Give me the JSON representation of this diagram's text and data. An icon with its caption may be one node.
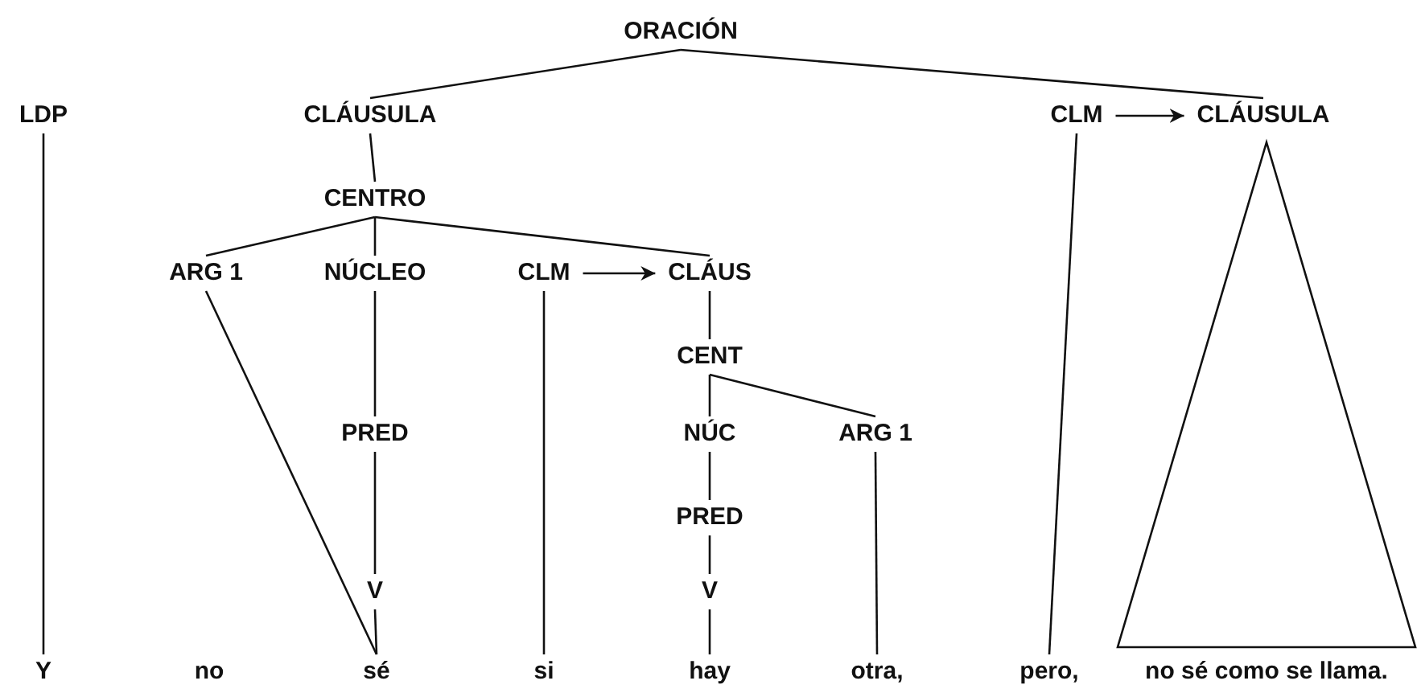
{
  "diagram": {
    "nodes": [
      {
        "text": [
          "ORACIÓN"
        ]
      },
      {
        "text": [
          "LDP"
        ]
      },
      {
        "text": [
          "CLÁUSULA"
        ]
      },
      {
        "text": [
          "CLM"
        ]
      },
      {
        "text": [
          "CLÁUSULA"
        ]
      },
      {
        "text": [
          "CENTRO"
        ]
      },
      {
        "text": [
          "ARG 1"
        ]
      },
      {
        "text": [
          "NÚCLEO"
        ]
      },
      {
        "text": [
          "CLM"
        ]
      },
      {
        "text": [
          "CLÁUS"
        ]
      },
      {
        "text": [
          "CENT"
        ]
      },
      {
        "text": [
          "PRED"
        ]
      },
      {
        "text": [
          "NÚC"
        ]
      },
      {
        "text": [
          "ARG 1"
        ]
      },
      {
        "text": [
          "PRED"
        ]
      },
      {
        "text": [
          "V"
        ]
      },
      {
        "text": [
          "V"
        ]
      },
      {
        "text": [
          "Y"
        ]
      },
      {
        "text": [
          "no"
        ]
      },
      {
        "text": [
          "sé"
        ]
      },
      {
        "text": [
          "si"
        ]
      },
      {
        "text": [
          "hay"
        ]
      },
      {
        "text": [
          "otra,"
        ]
      },
      {
        "text": [
          "pero,"
        ]
      },
      {
        "text": [
          "no sé como se llama."
        ]
      },
      {
        "text": [],
        "shape": "triangle"
      }
    ],
    "edges": [
      {
        "from": 0,
        "to": 2,
        "arrow": "none"
      },
      {
        "from": 0,
        "to": 4,
        "arrow": "none"
      },
      {
        "from": 3,
        "to": 4,
        "arrow": "to"
      },
      {
        "from": 2,
        "to": 5,
        "arrow": "none"
      },
      {
        "from": 5,
        "to": 6,
        "arrow": "none"
      },
      {
        "from": 5,
        "to": 7,
        "arrow": "none"
      },
      {
        "from": 5,
        "to": 9,
        "arrow": "none"
      },
      {
        "from": 8,
        "to": 9,
        "arrow": "to"
      },
      {
        "from": 9,
        "to": 10,
        "arrow": "none"
      },
      {
        "from": 10,
        "to": 12,
        "arrow": "none"
      },
      {
        "from": 10,
        "to": 13,
        "arrow": "none"
      },
      {
        "from": 7,
        "to": 11,
        "arrow": "none"
      },
      {
        "from": 12,
        "to": 14,
        "arrow": "none"
      },
      {
        "from": 11,
        "to": 15,
        "arrow": "none"
      },
      {
        "from": 14,
        "to": 16,
        "arrow": "none"
      },
      {
        "from": 1,
        "to": 17,
        "arrow": "none"
      },
      {
        "from": 6,
        "to": 19,
        "arrow": "none"
      },
      {
        "from": 15,
        "to": 19,
        "arrow": "none"
      },
      {
        "from": 8,
        "to": 20,
        "arrow": "none"
      },
      {
        "from": 16,
        "to": 21,
        "arrow": "none"
      },
      {
        "from": 13,
        "to": 22,
        "arrow": "none"
      },
      {
        "from": 3,
        "to": 23,
        "arrow": "none"
      }
    ]
  }
}
